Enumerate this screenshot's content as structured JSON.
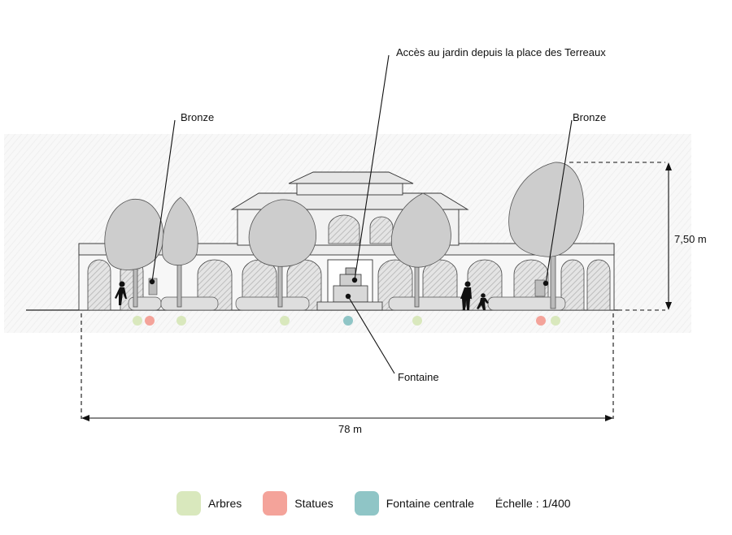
{
  "labels": {
    "access": "Accès au jardin depuis la place des Terreaux",
    "bronze_left": "Bronze",
    "bronze_right": "Bronze",
    "fountain": "Fontaine",
    "height": "7,50 m",
    "width": "78 m"
  },
  "legend": {
    "items": [
      {
        "label": "Arbres",
        "color": "#d9e8bd"
      },
      {
        "label": "Statues",
        "color": "#f4a39a"
      },
      {
        "label": "Fontaine centrale",
        "color": "#8fc5c6"
      }
    ],
    "scale": "Échelle : 1/400"
  },
  "colors": {
    "tree": "#d9e8bd",
    "statue": "#f4a39a",
    "fountain": "#8fc5c6",
    "sketch_gray": "#c9c9c9",
    "line": "#111111"
  }
}
